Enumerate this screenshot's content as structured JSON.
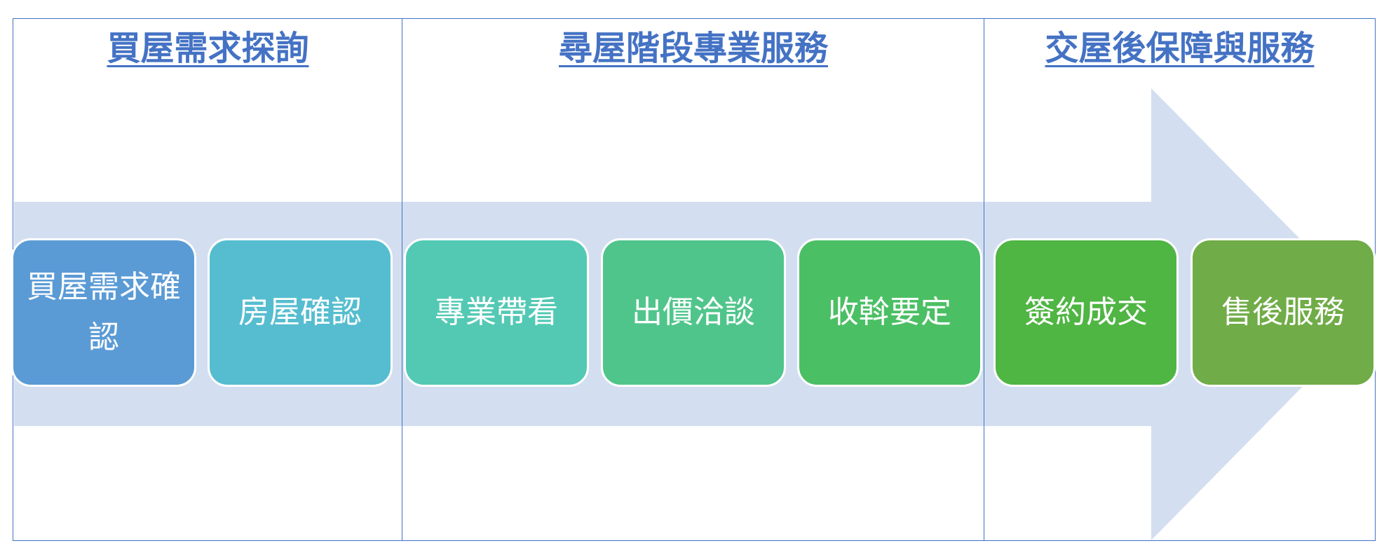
{
  "sections": [
    {
      "title": "買屋需求探詢"
    },
    {
      "title": "尋屋階段專業服務"
    },
    {
      "title": "交屋後保障與服務"
    }
  ],
  "steps": [
    {
      "label": "買屋需求確認"
    },
    {
      "label": "房屋確認"
    },
    {
      "label": "專業帶看"
    },
    {
      "label": "出價洽談"
    },
    {
      "label": "收斡要定"
    },
    {
      "label": "簽約成交"
    },
    {
      "label": "售後服務"
    }
  ],
  "colors": {
    "frame": "#4472c4",
    "arrow": "#d3dff0",
    "steps": [
      "#5b9bd5",
      "#56bdd0",
      "#53c9b4",
      "#50c58b",
      "#4bbf64",
      "#4fb543",
      "#70ac47"
    ]
  }
}
